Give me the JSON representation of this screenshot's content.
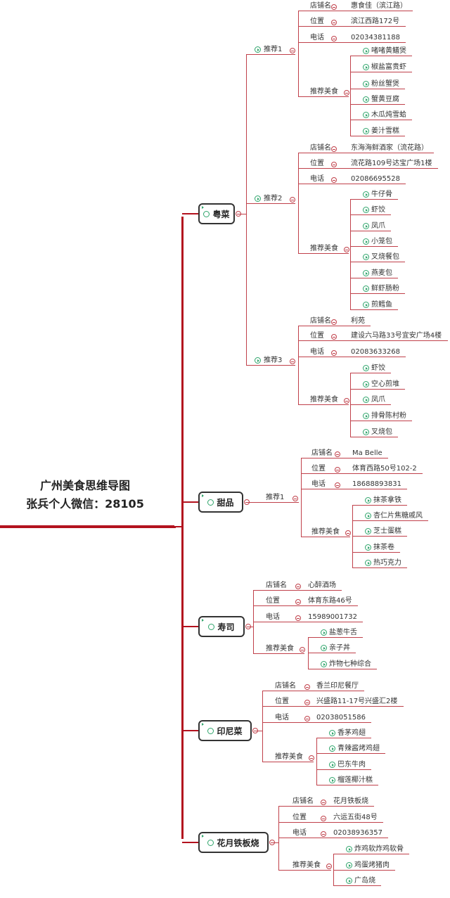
{
  "title": {
    "line1": "广州美食思维导图",
    "line2": "张兵个人微信：28105"
  },
  "field_labels": {
    "name": "店铺名",
    "location": "位置",
    "phone": "电话",
    "dishes": "推荐美食"
  },
  "categories": [
    {
      "name": "粤菜",
      "recommendations": [
        {
          "label": "推荐1",
          "name": "惠食佳（滨江路）",
          "location": "滨江西路172号",
          "phone": "02034381188",
          "dishes": [
            "啫啫黄鳝煲",
            "椒盐富贵虾",
            "粉丝蟹煲",
            "蟹黄豆腐",
            "木瓜炖雪蛤",
            "姜汁雪糕"
          ]
        },
        {
          "label": "推荐2",
          "name": "东海海鲜酒家（流花路）",
          "location": "流花路109号达宝广场1楼",
          "phone": "02086695528",
          "dishes": [
            "牛仔骨",
            "虾饺",
            "凤爪",
            "小笼包",
            "叉烧餐包",
            "燕麦包",
            "鲜虾肠粉",
            "煎鳕鱼"
          ]
        },
        {
          "label": "推荐3",
          "name": "利苑",
          "location": "建设六马路33号宜安广场4楼",
          "phone": "02083633268",
          "dishes": [
            "虾饺",
            "空心煎堆",
            "凤爪",
            "排骨陈村粉",
            "叉烧包"
          ]
        }
      ]
    },
    {
      "name": "甜品",
      "recommendations": [
        {
          "label": "推荐1",
          "name": "Ma Belle",
          "location": "体育西路50号102-2",
          "phone": "18688893831",
          "dishes": [
            "抹茶拿铁",
            "杏仁片焦糖戚风",
            "芝士蛋糕",
            "抹茶卷",
            "热巧克力"
          ]
        }
      ]
    },
    {
      "name": "寿司",
      "name_shop": "心醉酒场",
      "location": "体育东路46号",
      "phone": "15989001732",
      "dishes": [
        "盐葱牛舌",
        "亲子丼",
        "炸物七种综合"
      ]
    },
    {
      "name": "印尼菜",
      "name_shop": "香兰印尼餐厅",
      "location": "兴盛路11-17号兴盛汇2楼",
      "phone": "02038051586",
      "dishes": [
        "香茅鸡翅",
        "青辣酱烤鸡翅",
        "巴东牛肉",
        "榴莲椰汁糕"
      ]
    },
    {
      "name": "花月铁板烧",
      "name_shop": "花月铁板烧",
      "location": "六运五街48号",
      "phone": "02038936357",
      "dishes": [
        "炸鸡软炸鸡软骨",
        "鸡蛋烤猪肉",
        "广岛烧"
      ]
    }
  ],
  "colors": {
    "spine": "#b3121e",
    "branch": "#c0404a",
    "bullet": "#2fa56b",
    "node_border": "#333333"
  }
}
